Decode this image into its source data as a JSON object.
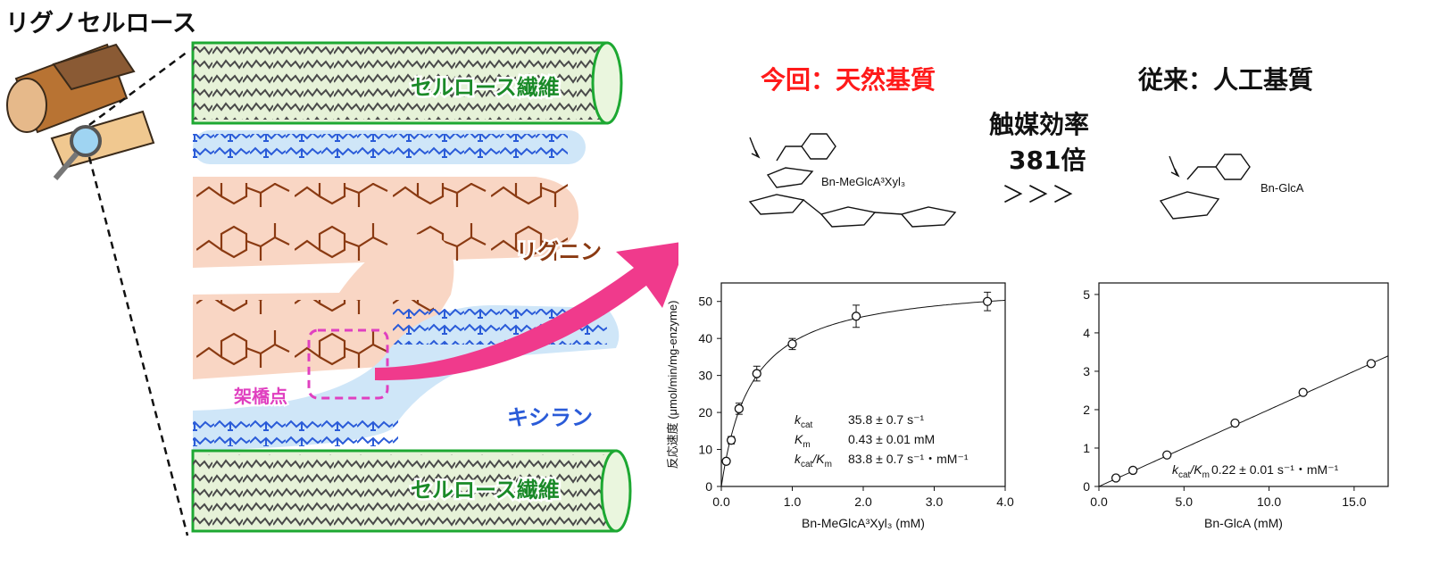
{
  "left": {
    "title": "リグノセルロース",
    "cellulose_label": "セルロース繊維",
    "lignin_label": "リグニン",
    "xylan_label": "キシラン",
    "crosslink_label": "架橋点",
    "colors": {
      "cellulose": "#1a8a28",
      "lignin": "#8a3a12",
      "xylan": "#2a5bd8",
      "crosslink": "#e040c0",
      "arrow": "#f03a8c"
    }
  },
  "center": {
    "heading_new": "今回：天然基質",
    "heading_old": "従来：人工基質",
    "efficiency_label": "触媒効率",
    "efficiency_value": "381倍",
    "comparison": "＞＞＞",
    "substrate_new": "Bn-MeGlcA³Xyl₃",
    "substrate_old": "Bn-GlcA",
    "colors": {
      "heading_new": "#ff1a1a",
      "heading_old": "#111111"
    }
  },
  "chart_data": [
    {
      "type": "scatter",
      "xlabel": "Bn-MeGlcA³Xyl₃ (mM)",
      "ylabel": "反応速度 (μmol/min/mg-enzyme)",
      "xlim": [
        0,
        4.0
      ],
      "ylim": [
        0,
        55
      ],
      "xticks": [
        "0.0",
        "1.0",
        "2.0",
        "3.0",
        "4.0"
      ],
      "yticks": [
        "0",
        "10",
        "20",
        "30",
        "40",
        "50"
      ],
      "x": [
        0.07,
        0.14,
        0.25,
        0.5,
        1.0,
        1.9,
        3.75
      ],
      "y": [
        6.8,
        12.5,
        21.0,
        30.5,
        38.5,
        46.0,
        50.0
      ],
      "yerr": [
        0.6,
        1.0,
        1.5,
        2.0,
        1.5,
        3.0,
        2.5
      ],
      "fit": {
        "model": "michaelis-menten",
        "vmax": 35.8,
        "km": 0.43
      },
      "annotations": [
        {
          "sym": "k",
          "sub": "cat",
          "value": "35.8 ± 0.7 s⁻¹"
        },
        {
          "sym": "K",
          "sub": "m",
          "value": "0.43 ± 0.01 mM"
        },
        {
          "sym": "k",
          "sub": "cat",
          "sym2": "/K",
          "sub2": "m",
          "value": "83.8 ± 0.7 s⁻¹・mM⁻¹"
        }
      ],
      "grid": false
    },
    {
      "type": "scatter",
      "xlabel": "Bn-GlcA (mM)",
      "ylabel": "",
      "xlim": [
        0,
        17
      ],
      "ylim": [
        0,
        5.3
      ],
      "xticks": [
        "0.0",
        "5.0",
        "10.0",
        "15.0"
      ],
      "yticks": [
        "0",
        "1",
        "2",
        "3",
        "4",
        "5"
      ],
      "x": [
        1.0,
        2.0,
        4.0,
        8.0,
        12.0,
        16.0
      ],
      "y": [
        0.22,
        0.42,
        0.82,
        1.65,
        2.45,
        3.2
      ],
      "fit": {
        "model": "linear",
        "slope": 0.2,
        "intercept": 0.0
      },
      "annotations": [
        {
          "sym": "k",
          "sub": "cat",
          "sym2": "/K",
          "sub2": "m",
          "value": " 0.22 ± 0.01 s⁻¹・mM⁻¹"
        }
      ],
      "grid": false
    }
  ]
}
